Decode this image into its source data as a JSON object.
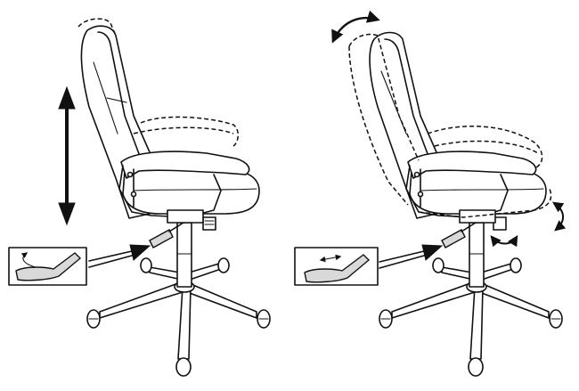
{
  "figure": {
    "panels": [
      {
        "id": "height-adjustment",
        "shows": "seat-height-lift"
      },
      {
        "id": "tilt-adjustment",
        "shows": "backrest-tilt-lock"
      }
    ]
  },
  "colors": {
    "line": "#111111",
    "background": "#ffffff"
  }
}
